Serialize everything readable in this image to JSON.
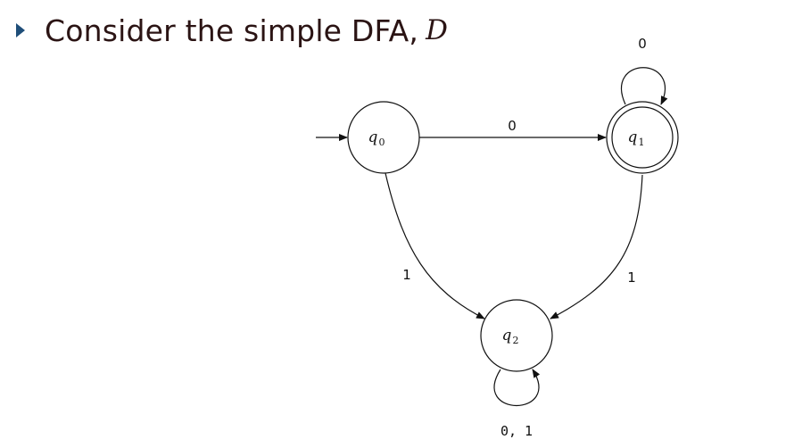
{
  "slide": {
    "bullet_icon": "triangle-bullet-icon",
    "title_text": "Consider the simple DFA,",
    "title_math": "D",
    "bullet_color": "#1f4e79",
    "title_color": "#2b1414"
  },
  "dfa": {
    "start_state": "q0",
    "accepting_states": [
      "q1"
    ],
    "states": [
      {
        "id": "q0",
        "base": "q",
        "sub": "0",
        "accepting": false,
        "start": true
      },
      {
        "id": "q1",
        "base": "q",
        "sub": "1",
        "accepting": true,
        "start": false
      },
      {
        "id": "q2",
        "base": "q",
        "sub": "2",
        "accepting": false,
        "start": false
      }
    ],
    "transitions": [
      {
        "from": "q0",
        "to": "q1",
        "label": "0"
      },
      {
        "from": "q1",
        "to": "q1",
        "label": "0"
      },
      {
        "from": "q0",
        "to": "q2",
        "label": "1"
      },
      {
        "from": "q1",
        "to": "q2",
        "label": "1"
      },
      {
        "from": "q2",
        "to": "q2",
        "label": "0, 1"
      }
    ]
  }
}
